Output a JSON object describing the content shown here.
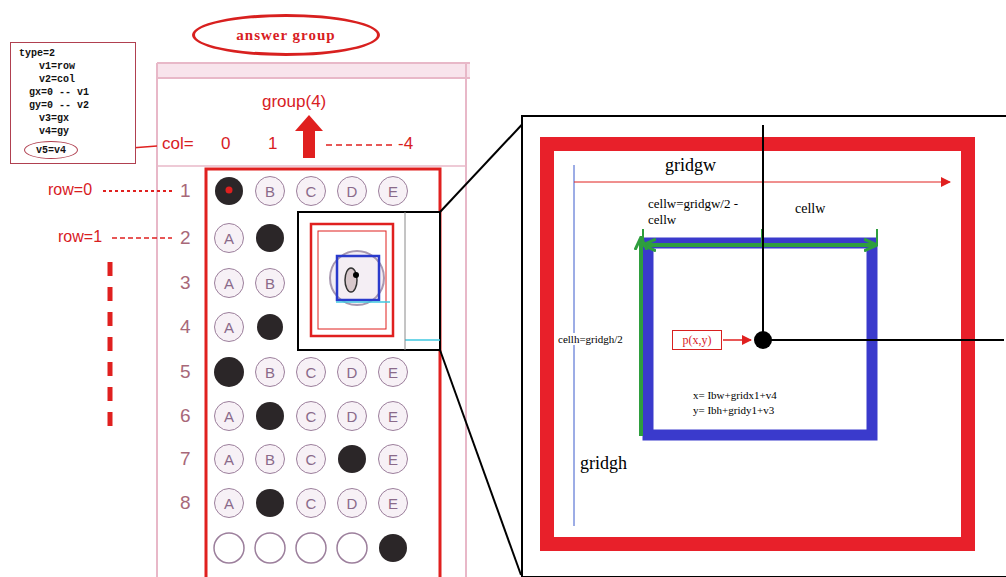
{
  "diagram": {
    "nodes": [
      {
        "text": [
          "type=2",
          "v1=row",
          "v2=col",
          "gx=0 -- v1",
          "gy=0 -- v2",
          "v3=gx",
          "v4=gy"
        ]
      },
      {
        "text": [
          "v5=v4"
        ],
        "in": 0
      },
      {
        "text": [
          "answer group"
        ]
      },
      {
        "text": [
          "B"
        ]
      },
      {
        "text": [
          "C"
        ]
      },
      {
        "text": [
          "D"
        ]
      },
      {
        "text": [
          "E"
        ]
      },
      {
        "text": [
          "A"
        ]
      },
      {
        "text": [
          "A"
        ]
      },
      {
        "text": [
          "B"
        ]
      },
      {
        "text": [
          "A"
        ]
      },
      {
        "text": [
          "B"
        ]
      },
      {
        "text": [
          "C"
        ]
      },
      {
        "text": [
          "D"
        ]
      },
      {
        "text": [
          "E"
        ]
      },
      {
        "text": [
          "A"
        ]
      },
      {
        "text": [
          "C"
        ]
      },
      {
        "text": [
          "D"
        ]
      },
      {
        "text": [
          "E"
        ]
      },
      {
        "text": [
          "A"
        ]
      },
      {
        "text": [
          "B"
        ]
      },
      {
        "text": [
          "C"
        ]
      },
      {
        "text": [
          "E"
        ]
      },
      {
        "text": [
          "A"
        ]
      },
      {
        "text": [
          "C"
        ]
      },
      {
        "text": [
          "D"
        ]
      },
      {
        "text": [
          "E"
        ]
      },
      {
        "text": [
          "gridgw",
          "gridgh"
        ]
      },
      {
        "text": [
          "x= Ibw+gridx1+v4",
          "y= Ibh+gridy1+v3"
        ],
        "in": 27
      },
      {
        "text": [
          "p(x,y)"
        ],
        "in": 28
      }
    ],
    "labels": [
      "group(4)",
      "col=",
      "0",
      "1",
      "-4",
      "row=0",
      "row=1",
      "1",
      "2",
      "3",
      "4",
      "5",
      "6",
      "7",
      "8",
      "cellw=gridgw/2 -cellw",
      "cellw",
      "cellh=gridgh/2"
    ]
  }
}
